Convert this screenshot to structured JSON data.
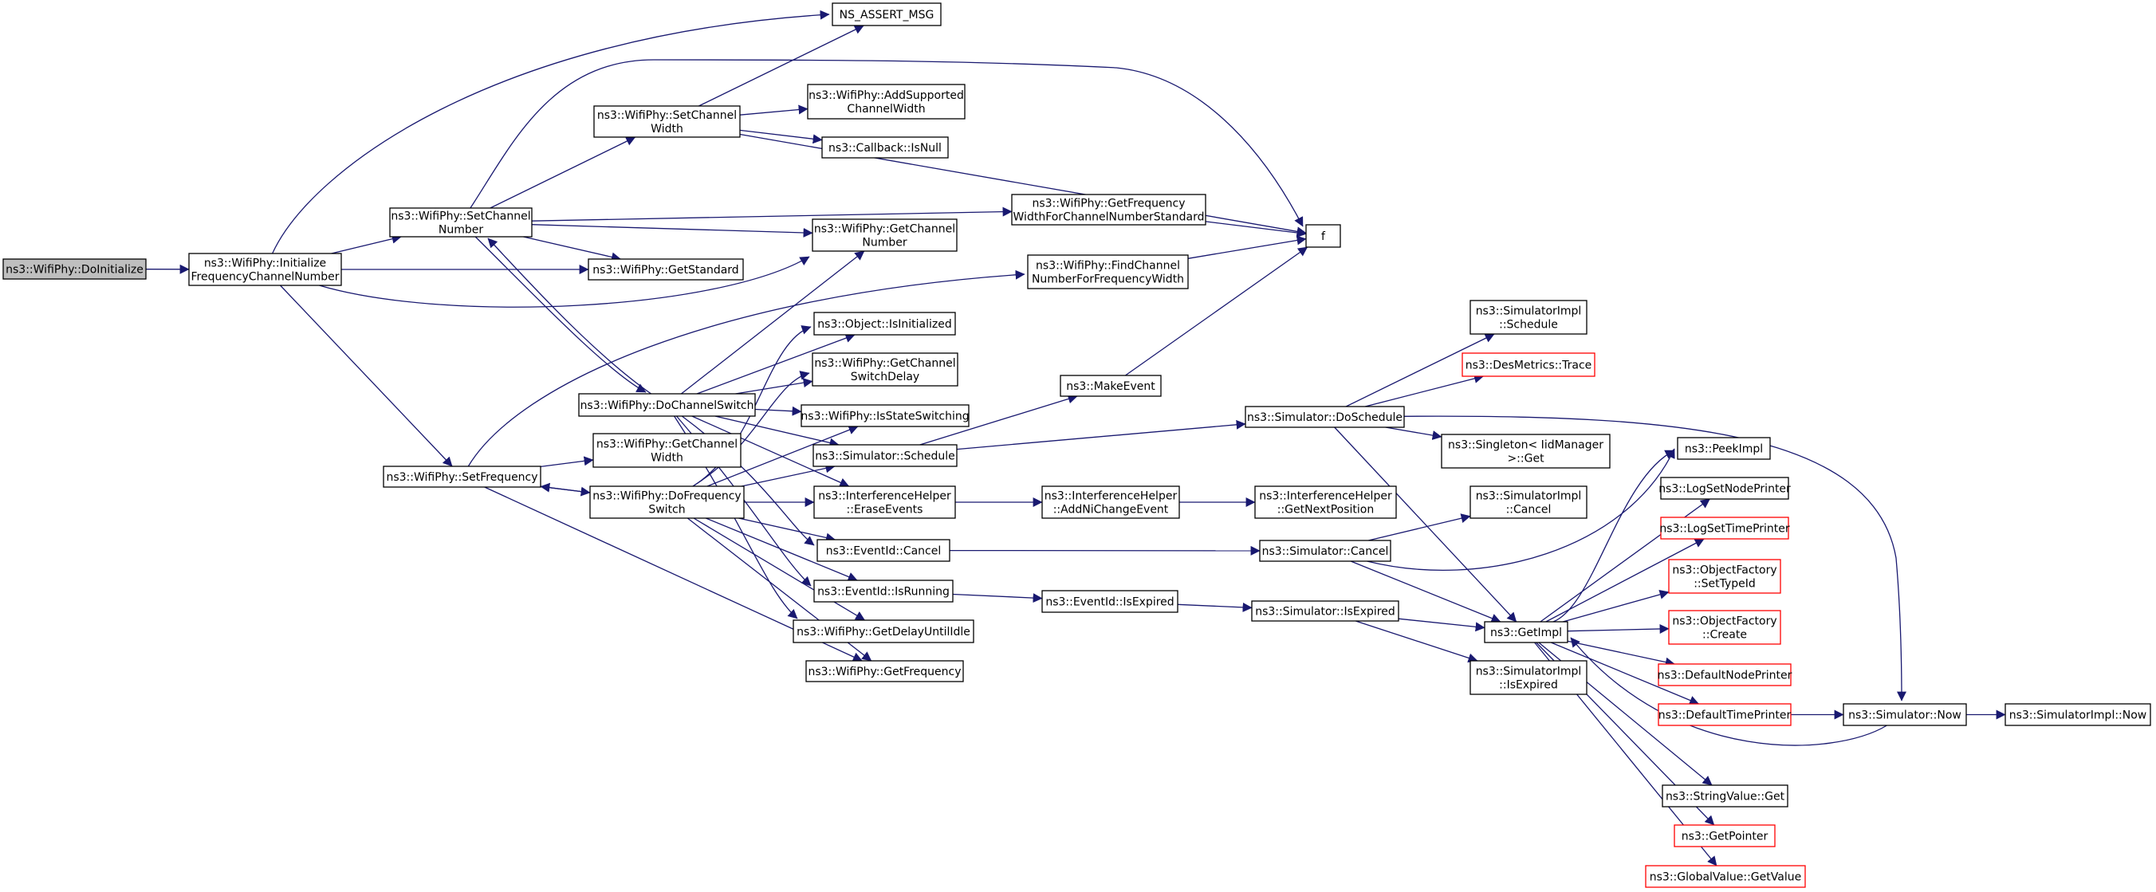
{
  "colors": {
    "edge": "#191970",
    "box_border": "#000000",
    "box_red": "#ff0000",
    "root_fill": "#bfbfbf",
    "box_fill": "#ffffff"
  },
  "nodes": {
    "doinitialize": {
      "lines": [
        "ns3::WifiPhy::DoInitialize"
      ],
      "style": "root"
    },
    "initfreq": {
      "lines": [
        "ns3::WifiPhy::Initialize",
        "FrequencyChannelNumber"
      ]
    },
    "setchannelnumber": {
      "lines": [
        "ns3::WifiPhy::SetChannel",
        "Number"
      ]
    },
    "setfrequency": {
      "lines": [
        "ns3::WifiPhy::SetFrequency"
      ]
    },
    "ns_assert_msg": {
      "lines": [
        "NS_ASSERT_MSG"
      ]
    },
    "setchannelwidth": {
      "lines": [
        "ns3::WifiPhy::SetChannel",
        "Width"
      ]
    },
    "addsupported": {
      "lines": [
        "ns3::WifiPhy::AddSupported",
        "ChannelWidth"
      ]
    },
    "callbackisnull": {
      "lines": [
        "ns3::Callback::IsNull"
      ]
    },
    "getfreqwidthstd": {
      "lines": [
        "ns3::WifiPhy::GetFrequency",
        "WidthForChannelNumberStandard"
      ]
    },
    "getchannelnumber": {
      "lines": [
        "ns3::WifiPhy::GetChannel",
        "Number"
      ]
    },
    "getstandard": {
      "lines": [
        "ns3::WifiPhy::GetStandard"
      ]
    },
    "findchannelnumber": {
      "lines": [
        "ns3::WifiPhy::FindChannel",
        "NumberForFrequencyWidth"
      ]
    },
    "f": {
      "lines": [
        "f"
      ]
    },
    "objisinit": {
      "lines": [
        "ns3::Object::IsInitialized"
      ]
    },
    "getchannelswitchdelay": {
      "lines": [
        "ns3::WifiPhy::GetChannel",
        "SwitchDelay"
      ]
    },
    "dochannelswitch": {
      "lines": [
        "ns3::WifiPhy::DoChannelSwitch"
      ]
    },
    "isstateswitching": {
      "lines": [
        "ns3::WifiPhy::IsStateSwitching"
      ]
    },
    "simschedule": {
      "lines": [
        "ns3::Simulator::Schedule"
      ]
    },
    "getchannelwidth": {
      "lines": [
        "ns3::WifiPhy::GetChannel",
        "Width"
      ]
    },
    "dofreqswitch": {
      "lines": [
        "ns3::WifiPhy::DoFrequency",
        "Switch"
      ]
    },
    "eraseevents": {
      "lines": [
        "ns3::InterferenceHelper",
        "::EraseEvents"
      ]
    },
    "eventidcancel": {
      "lines": [
        "ns3::EventId::Cancel"
      ]
    },
    "eventidisrunning": {
      "lines": [
        "ns3::EventId::IsRunning"
      ]
    },
    "getdelayuntilidle": {
      "lines": [
        "ns3::WifiPhy::GetDelayUntilIdle"
      ]
    },
    "getfrequency": {
      "lines": [
        "ns3::WifiPhy::GetFrequency"
      ]
    },
    "makeevent": {
      "lines": [
        "ns3::MakeEvent"
      ]
    },
    "addnichangeevent": {
      "lines": [
        "ns3::InterferenceHelper",
        "::AddNiChangeEvent"
      ]
    },
    "eventidisexpired": {
      "lines": [
        "ns3::EventId::IsExpired"
      ]
    },
    "simdoschedule": {
      "lines": [
        "ns3::Simulator::DoSchedule"
      ]
    },
    "getnextposition": {
      "lines": [
        "ns3::InterferenceHelper",
        "::GetNextPosition"
      ]
    },
    "simcancel": {
      "lines": [
        "ns3::Simulator::Cancel"
      ]
    },
    "simisexpired": {
      "lines": [
        "ns3::Simulator::IsExpired"
      ]
    },
    "simimplschedule": {
      "lines": [
        "ns3::SimulatorImpl",
        "::Schedule"
      ]
    },
    "desmetricstrace": {
      "lines": [
        "ns3::DesMetrics::Trace"
      ],
      "style": "red"
    },
    "singletonget": {
      "lines": [
        "ns3::Singleton< IidManager",
        ">::Get"
      ]
    },
    "simimplcancel": {
      "lines": [
        "ns3::SimulatorImpl",
        "::Cancel"
      ]
    },
    "getimpl": {
      "lines": [
        "ns3::GetImpl"
      ]
    },
    "simimplisexpired": {
      "lines": [
        "ns3::SimulatorImpl",
        "::IsExpired"
      ]
    },
    "peekimpl": {
      "lines": [
        "ns3::PeekImpl"
      ]
    },
    "logsetnodeprinter": {
      "lines": [
        "ns3::LogSetNodePrinter"
      ]
    },
    "logsettimeprinter": {
      "lines": [
        "ns3::LogSetTimePrinter"
      ],
      "style": "red"
    },
    "objfactorysettypeid": {
      "lines": [
        "ns3::ObjectFactory",
        "::SetTypeId"
      ],
      "style": "red"
    },
    "objfactorycreate": {
      "lines": [
        "ns3::ObjectFactory",
        "::Create"
      ],
      "style": "red"
    },
    "defaultnodeprinter": {
      "lines": [
        "ns3::DefaultNodePrinter"
      ],
      "style": "red"
    },
    "defaulttimeprinter": {
      "lines": [
        "ns3::DefaultTimePrinter"
      ],
      "style": "red"
    },
    "simnow": {
      "lines": [
        "ns3::Simulator::Now"
      ]
    },
    "simimplnow": {
      "lines": [
        "ns3::SimulatorImpl::Now"
      ]
    },
    "stringvalueget": {
      "lines": [
        "ns3::StringValue::Get"
      ]
    },
    "getpointer": {
      "lines": [
        "ns3::GetPointer"
      ],
      "style": "red"
    },
    "globalvaluegetvalue": {
      "lines": [
        "ns3::GlobalValue::GetValue"
      ],
      "style": "red"
    }
  }
}
